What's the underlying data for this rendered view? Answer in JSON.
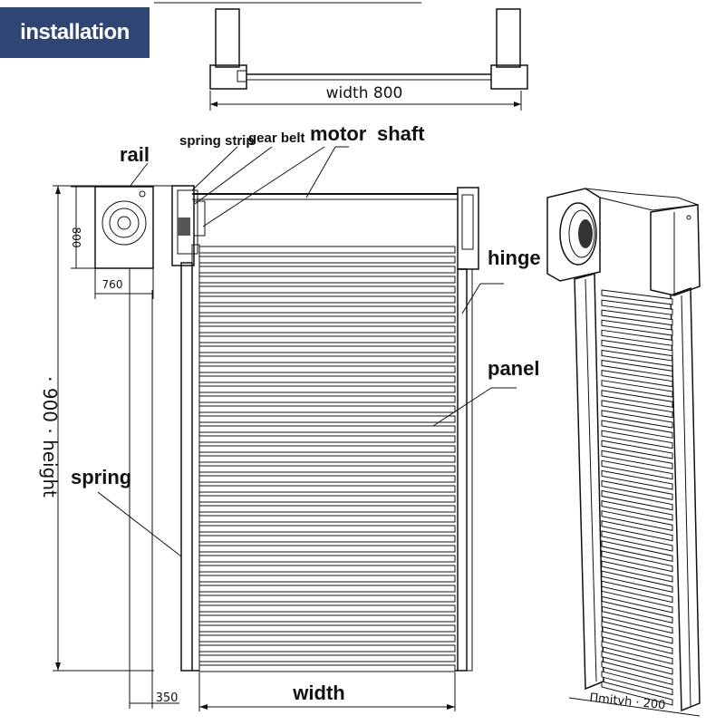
{
  "badge": {
    "text": "installation"
  },
  "top_view": {
    "dimension": "width 800"
  },
  "labels": {
    "rail": "rail",
    "spring_strip": "spring strip",
    "gear_belt": "gear belt",
    "motor": "motor",
    "shaft": "shaft",
    "hinge": "hinge",
    "panel": "panel",
    "spring": "spring"
  },
  "rail_box": {
    "height_dim": "800",
    "width_dim": "760"
  },
  "front_view": {
    "height_dim": "· 900 ·  height",
    "bottom_offset": "350",
    "width_dim": "width"
  },
  "side_view": {
    "width_dim": "Πmitvh · 200"
  },
  "colors": {
    "badge_bg": "#2f4574",
    "line": "#111111"
  }
}
